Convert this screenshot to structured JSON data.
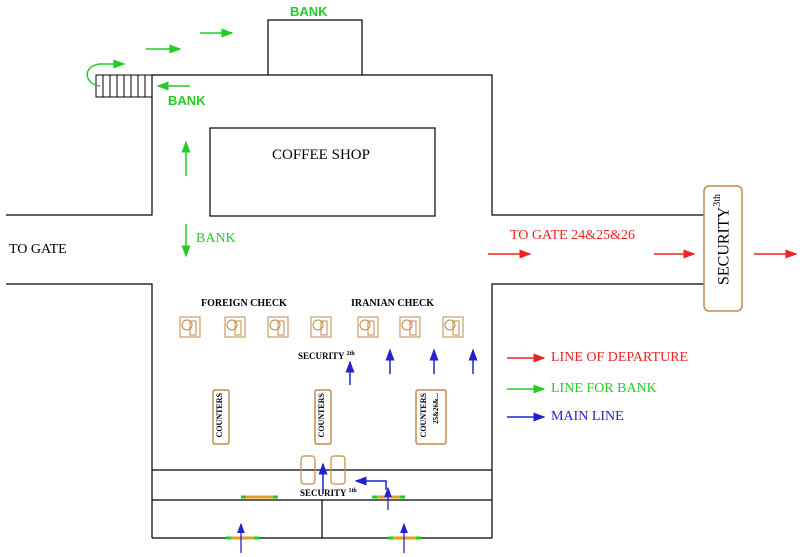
{
  "labels": {
    "bank_top": "BANK",
    "bank_stairs": "BANK",
    "bank_mid": "BANK",
    "coffee_shop": "COFFEE SHOP",
    "to_gate": "TO GATE",
    "to_gate_right": "TO GATE 24&25&26",
    "security_3rd": "SECURITY",
    "security_3rd_sup": "3th",
    "foreign_check": "FOREIGN CHECK",
    "iranian_check": "IRANIAN CHECK",
    "security_2nd": "SECURITY",
    "security_2nd_sup": "2th",
    "security_1st": "SECURITY",
    "security_1st_sup": "1th",
    "counters_left": "COUNTERS",
    "counters_mid": "COUNTERS",
    "counters_right": "COUNTERS",
    "counters_right_sub": "25&26&..."
  },
  "legend": [
    {
      "label": "LINE OF DEPARTURE",
      "color": "#ee2222"
    },
    {
      "label": "LINE FOR BANK",
      "color": "#22cc22"
    },
    {
      "label": "MAIN LINE",
      "color": "#2222cc"
    }
  ],
  "colors": {
    "departure": "#ee2222",
    "bank": "#22cc22",
    "main": "#2222cc",
    "walls": "#000000",
    "furniture": "#c08a4a",
    "gate_bar": "#e0a020"
  }
}
